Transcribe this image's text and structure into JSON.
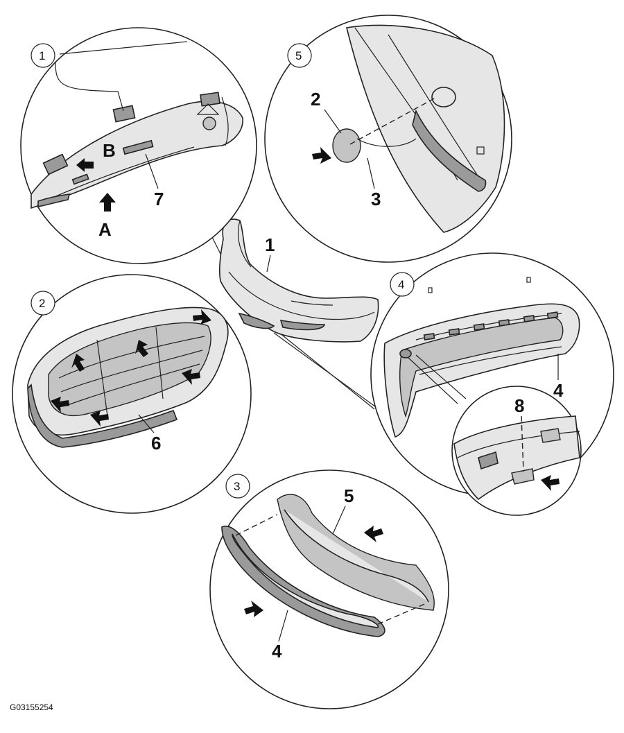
{
  "diagram": {
    "detail_views": [
      {
        "number": "1",
        "callouts": [
          "B",
          "7",
          "A"
        ]
      },
      {
        "number": "5",
        "callouts": [
          "2",
          "3"
        ]
      },
      {
        "number": "2",
        "callouts": [
          "6"
        ]
      },
      {
        "number": "4",
        "callouts": [
          "4",
          "8"
        ]
      },
      {
        "number": "3",
        "callouts": [
          "5",
          "4"
        ]
      }
    ],
    "main_part_callout": "1",
    "document_id": "G03155254"
  }
}
